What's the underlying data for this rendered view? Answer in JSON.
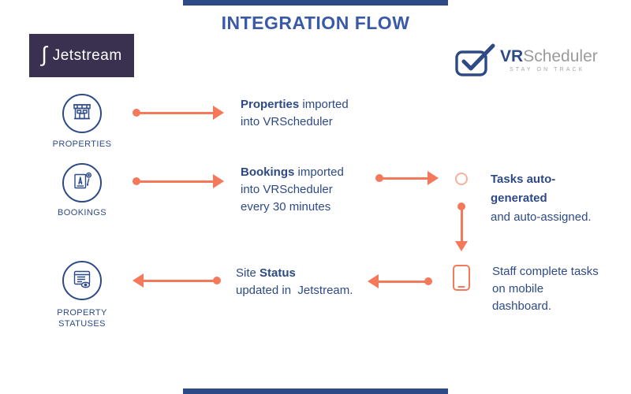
{
  "title": "INTEGRATION FLOW",
  "colors": {
    "navy_text": "#2e4a86",
    "title_blue": "#3a5aa8",
    "coral_arrow": "#f4795b",
    "coral_light": "#f6b09c",
    "jetstream_purple": "#3a3150",
    "scheduler_gray": "#9b9b9b"
  },
  "jetstream_logo": {
    "glyph": "∫",
    "text": "Jetstream"
  },
  "vrscheduler_logo": {
    "vr": "VR",
    "scheduler": "Scheduler",
    "tagline": "STAY ON TRACK"
  },
  "left_items": [
    {
      "icon": "building-icon",
      "label_lines": [
        [
          {
            "t": "PROPERTIES"
          }
        ]
      ]
    },
    {
      "icon": "booking-document-icon",
      "label_lines": [
        [
          {
            "t": "BOOKINGS"
          }
        ]
      ]
    },
    {
      "icon": "status-list-eye-icon",
      "label_lines": [
        [
          {
            "t": "PROPERTY"
          }
        ],
        [
          {
            "t": "STATUSES"
          }
        ]
      ]
    }
  ],
  "flow_texts": {
    "properties_imported": [
      [
        {
          "t": "Properties",
          "b": true
        },
        {
          "t": " imported"
        }
      ],
      [
        {
          "t": "into VRScheduler"
        }
      ]
    ],
    "bookings_imported": [
      [
        {
          "t": "Bookings",
          "b": true
        },
        {
          "t": " imported"
        }
      ],
      [
        {
          "t": "into VRScheduler"
        }
      ],
      [
        {
          "t": "every 30 minutes"
        }
      ]
    ],
    "site_status": [
      [
        {
          "t": "Site "
        },
        {
          "t": "Status",
          "b": true
        }
      ],
      [
        {
          "t": "updated in  Jetstream."
        }
      ]
    ],
    "tasks_auto": [
      [
        {
          "t": "Tasks auto-",
          "b": true
        }
      ],
      [
        {
          "t": "generated",
          "b": true
        }
      ],
      [
        {
          "t": "and auto-assigned."
        }
      ]
    ],
    "staff_complete": [
      [
        {
          "t": "Staff complete tasks"
        }
      ],
      [
        {
          "t": "on mobile"
        }
      ],
      [
        {
          "t": "dashboard."
        }
      ]
    ]
  }
}
